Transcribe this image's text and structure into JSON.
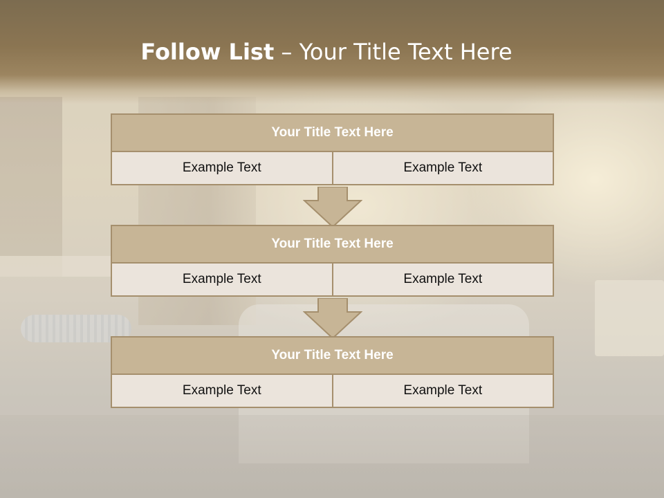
{
  "slide": {
    "title_bold": "Follow List",
    "title_rest": " – Your Title Text Here"
  },
  "blocks": [
    {
      "title": "Your Title Text Here",
      "cells": [
        "Example Text",
        "Example Text"
      ]
    },
    {
      "title": "Your Title Text Here",
      "cells": [
        "Example Text",
        "Example Text"
      ]
    },
    {
      "title": "Your Title Text Here",
      "cells": [
        "Example Text",
        "Example Text"
      ]
    }
  ],
  "colors": {
    "title_bar": "#8b7552",
    "block_title_fill": "#c7b596",
    "block_border": "#a58f6d",
    "cell_fill": "#ebe4dc",
    "arrow_fill": "#c7b596"
  },
  "icons": [
    "down-arrow-connector"
  ]
}
